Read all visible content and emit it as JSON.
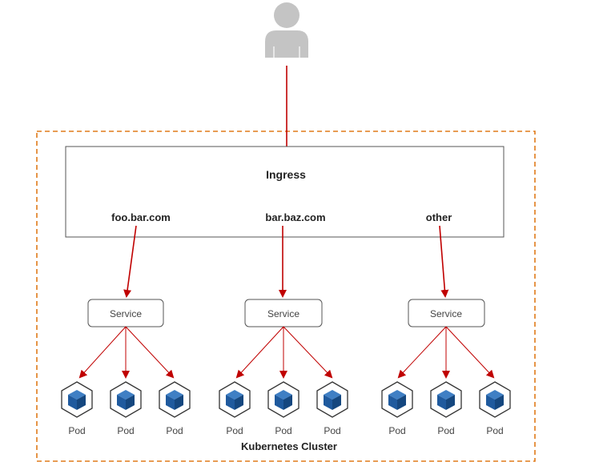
{
  "cluster": {
    "label": "Kubernetes Cluster",
    "border_color": "#e07b1a"
  },
  "ingress": {
    "title": "Ingress",
    "hosts": [
      "foo.bar.com",
      "bar.baz.com",
      "other"
    ]
  },
  "services": [
    {
      "label": "Service",
      "pods": [
        "Pod",
        "Pod",
        "Pod"
      ]
    },
    {
      "label": "Service",
      "pods": [
        "Pod",
        "Pod",
        "Pod"
      ]
    },
    {
      "label": "Service",
      "pods": [
        "Pod",
        "Pod",
        "Pod"
      ]
    }
  ],
  "user": {
    "icon": "user-icon"
  },
  "colors": {
    "arrow": "#c00000",
    "pod_fill": "#1f5a9e",
    "pod_outline": "#333333",
    "user": "#c4c4c4"
  }
}
